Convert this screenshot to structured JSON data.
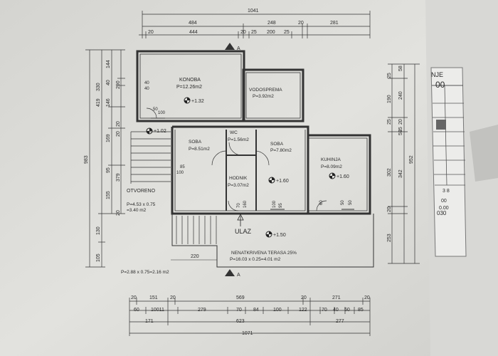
{
  "top_dims": {
    "total": "1041",
    "row2": [
      "484",
      "248",
      "20",
      "281"
    ],
    "row3": [
      "20",
      "444",
      "20",
      "25",
      "200",
      "25"
    ]
  },
  "bottom_dims": {
    "row1": [
      "20",
      "151",
      "20",
      "569",
      "20",
      "271",
      "20"
    ],
    "row2": [
      "60",
      "10011",
      "279",
      "70",
      "84",
      "100",
      "122",
      "70",
      "40",
      "50",
      "85"
    ],
    "row3": [
      "171",
      "623",
      "277"
    ],
    "total": "1071"
  },
  "left_dims": {
    "col1": [
      "983"
    ],
    "col2": [
      "419",
      "379",
      "130",
      "105"
    ],
    "col3": [
      "330",
      "146",
      "169",
      "95",
      "155"
    ],
    "col4": [
      "144",
      "40",
      "290",
      "20",
      "20",
      "20"
    ]
  },
  "right_dims": {
    "col1": [
      "25",
      "190",
      "25",
      "302",
      "20",
      "253"
    ],
    "col2": [
      "58",
      "240",
      "20",
      "25",
      "59",
      "342"
    ],
    "col3": [
      "952"
    ]
  },
  "rooms": [
    {
      "name": "KONOBA",
      "area": "P=12.26m2"
    },
    {
      "name": "VODOSPREMA",
      "area": "P=3.92m2"
    },
    {
      "name": "SOBA",
      "area": "P=8.51m2"
    },
    {
      "name": "WC",
      "area": "P=1.56m2"
    },
    {
      "name": "SOBA",
      "area": "P=7.80m2"
    },
    {
      "name": "HODNIK",
      "area": "P=3.07m2"
    },
    {
      "name": "KUHINJA",
      "area": "P=8.09m2"
    }
  ],
  "levels": [
    "+1.32",
    "+1.02",
    "+1.60",
    "+1.60",
    "+1.50"
  ],
  "inner_dims": [
    "40",
    "40",
    "50",
    "100",
    "85",
    "100",
    "70",
    "160",
    "100",
    "95",
    "50",
    "50",
    "60",
    "220"
  ],
  "annotations": {
    "otvoreno": "OTVORENO",
    "otvoreno_area": "P=4.53 x 0.75",
    "otvoreno_area2": "=3.40 m2",
    "ulaz": "ULAZ",
    "terrace": "NENATKRIVENA TERASA 25%",
    "terrace_area": "P=16.03 x 0.25=4.01 m2",
    "stair_area": "P=2.88 x 0.75=2.16 m2",
    "section_mark": "A"
  },
  "title_block": [
    "NJE",
    "00",
    "3 8",
    "00",
    "0.00",
    "030"
  ]
}
